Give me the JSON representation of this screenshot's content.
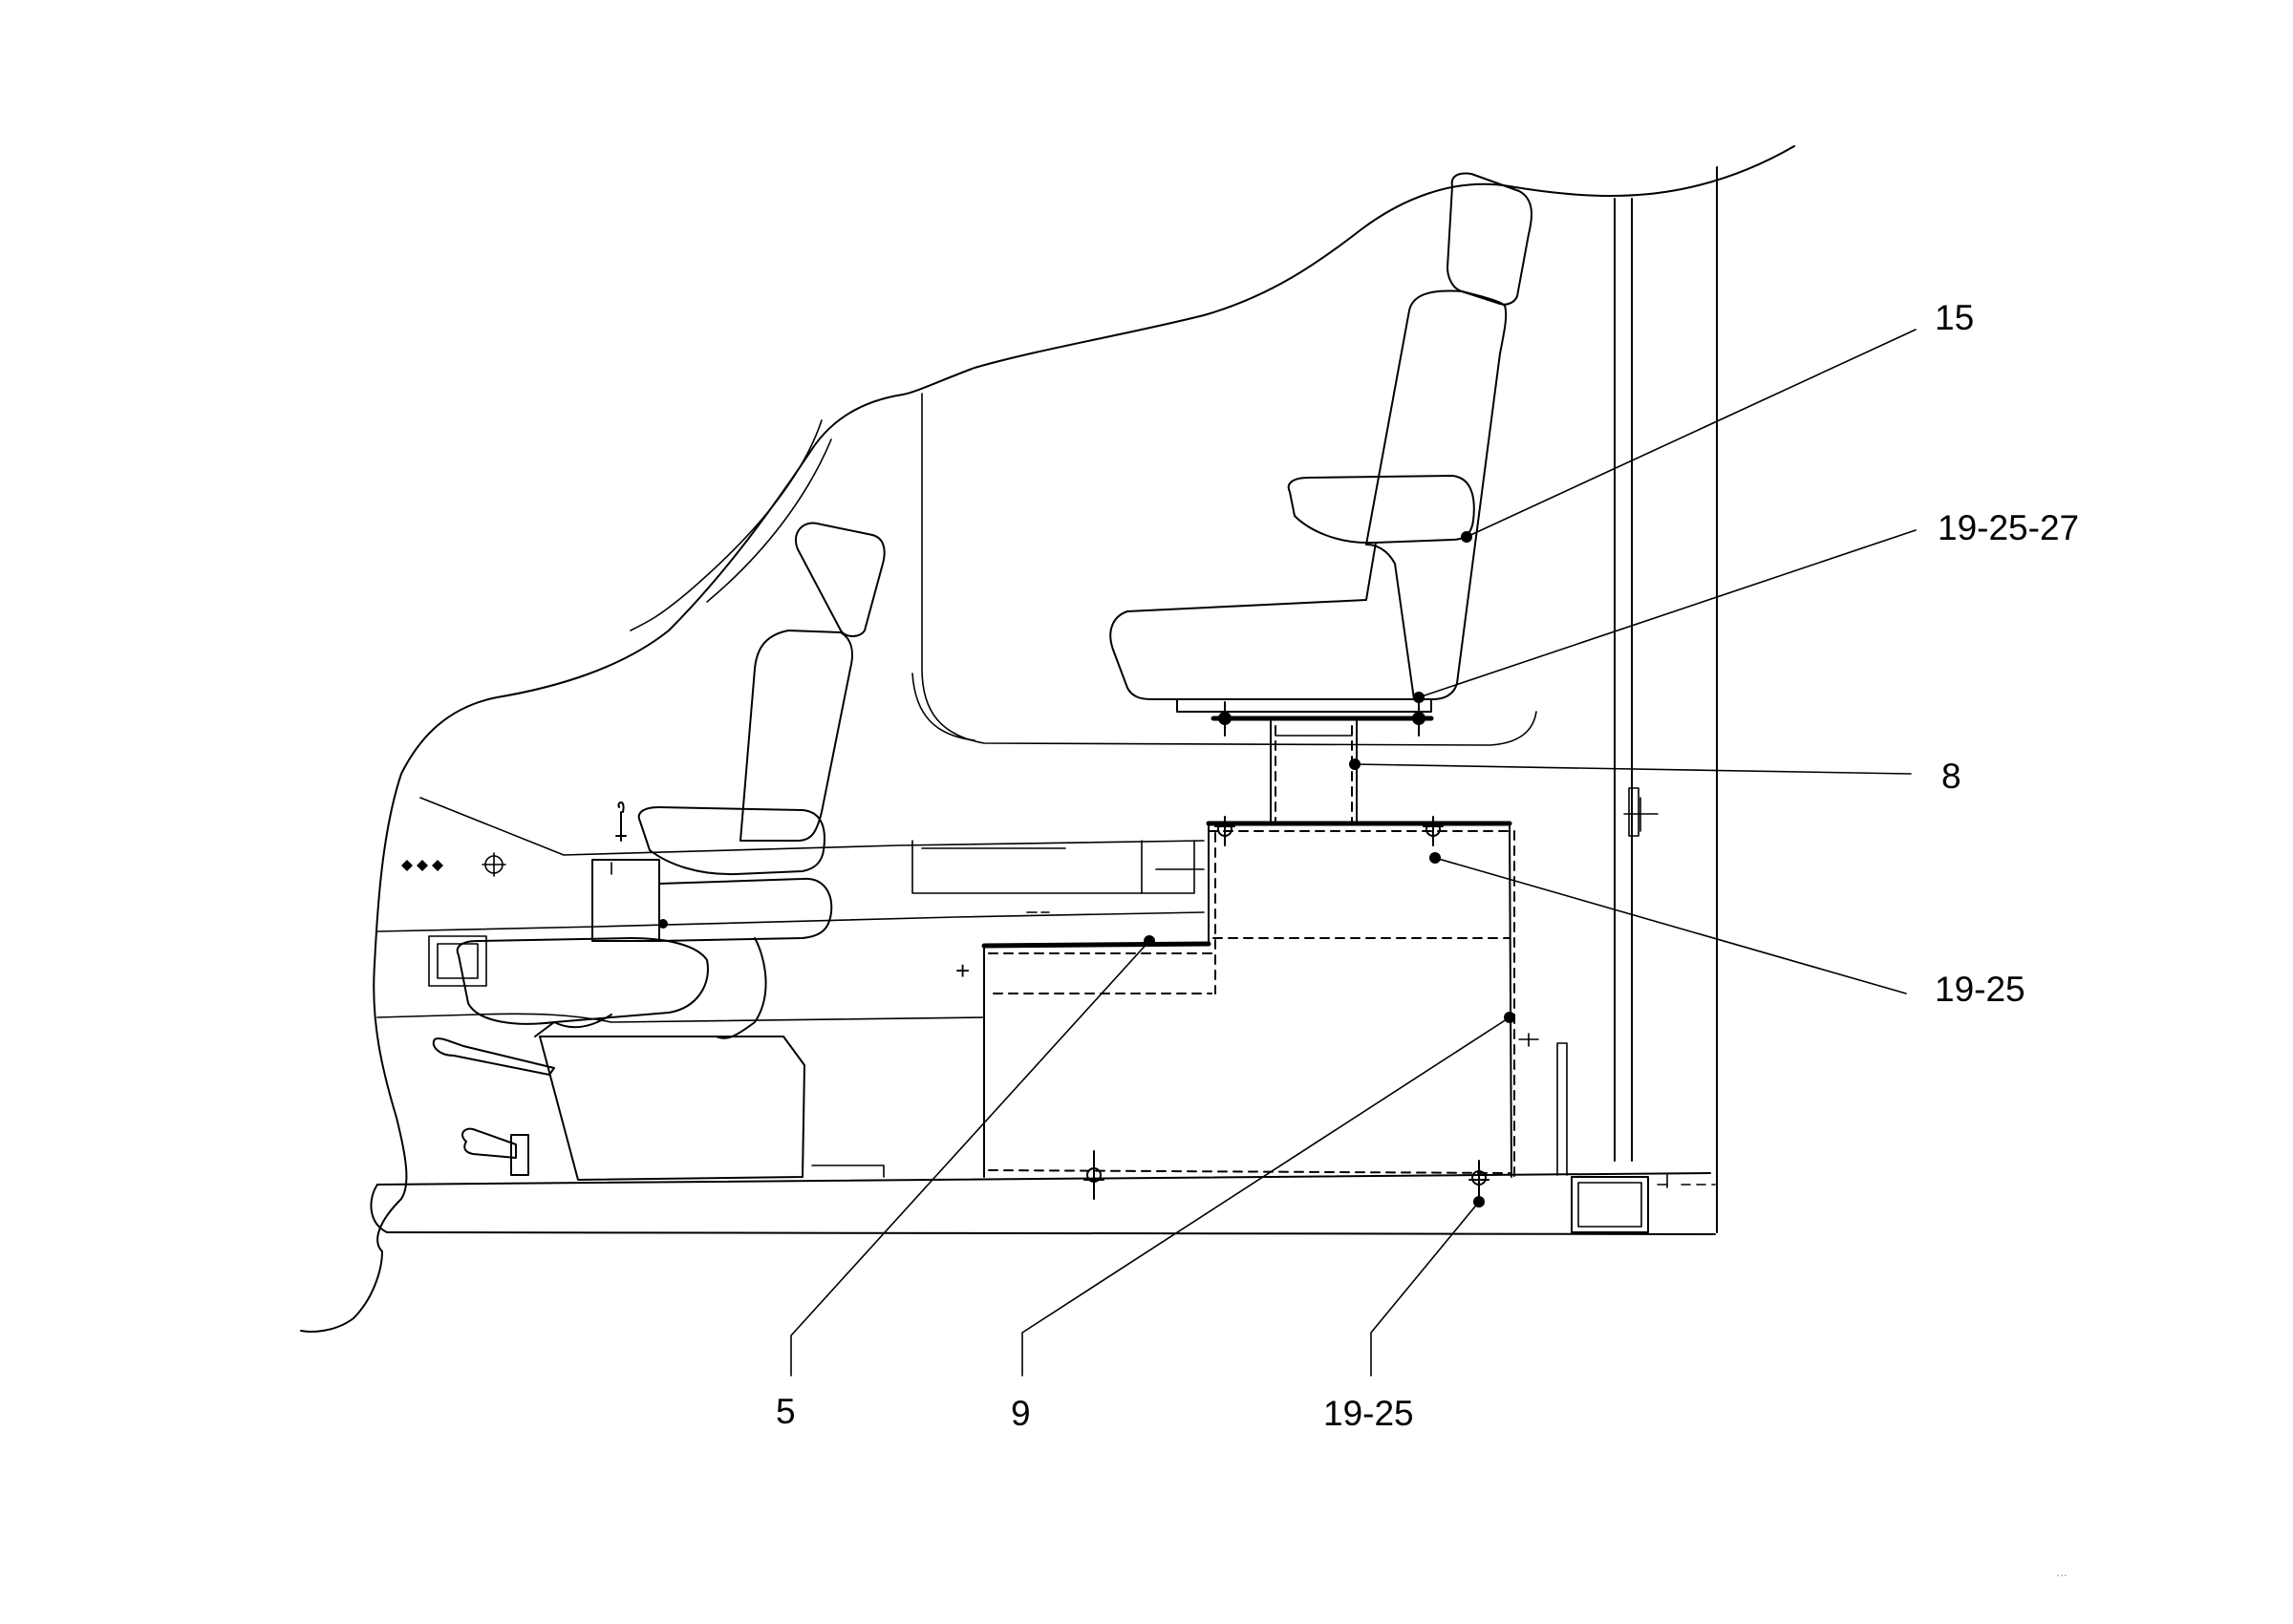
{
  "callouts": {
    "c15": "15",
    "c19_25_27": "19-25-27",
    "c8": "8",
    "c19_25_right": "19-25",
    "c5": "5",
    "c9": "9",
    "c19_25_bottom": "19-25"
  },
  "footer": {
    "mark": "..."
  }
}
